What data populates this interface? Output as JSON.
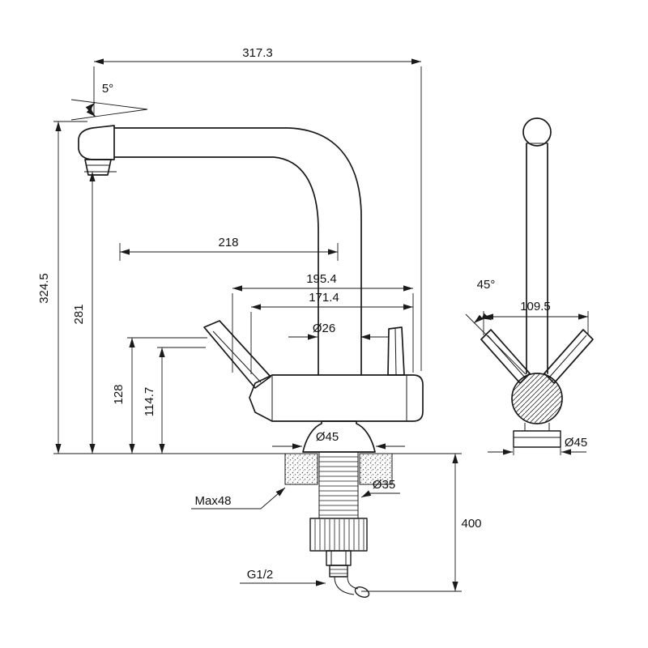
{
  "drawing": {
    "front_view": {
      "total_width": "317.3",
      "swivel_angle": "5°",
      "spout_reach": "218",
      "overall_height": "324.5",
      "outlet_height": "281",
      "upper_width": "195.4",
      "lower_width": "171.4",
      "spout_tube_diameter": "Ø26",
      "handle_height": "128",
      "handle_height_secondary": "114.7",
      "base_diameter": "Ø45",
      "max_counter_thickness": "Max48",
      "shank_diameter": "Ø35",
      "hose_length": "400",
      "connection_thread": "G1/2"
    },
    "side_view": {
      "handle_angle": "45°",
      "handle_reach": "109.5",
      "base_diameter": "Ø45"
    }
  }
}
